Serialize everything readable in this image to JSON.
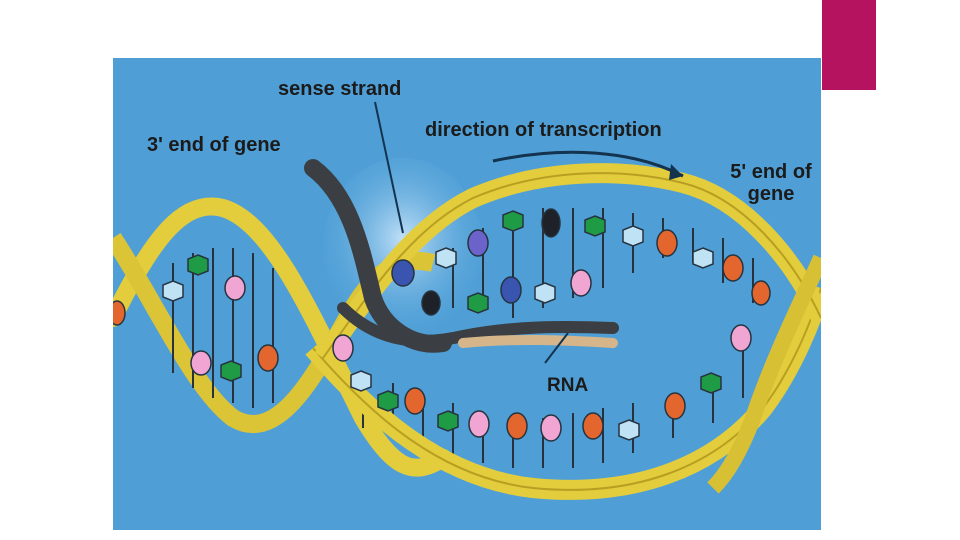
{
  "slide": {
    "accent_color": "#b5135f"
  },
  "diagram": {
    "background_color": "#4f9fd6",
    "strand_color": "#e3cd3c",
    "rna_color": "#3b3f44",
    "labels": {
      "sense_strand": "sense strand",
      "three_prime_end": "3' end of gene",
      "direction": "direction of transcription",
      "five_prime_end": "5' end of gene",
      "rna": "RNA"
    },
    "base_colors": {
      "green": "#1f9a45",
      "pink": "#f0a5d2",
      "orange": "#e2662d",
      "light_blue": "#bfe2f5",
      "purple": "#6b63c9",
      "blue": "#3a55b0",
      "dark": "#1e2228"
    }
  }
}
